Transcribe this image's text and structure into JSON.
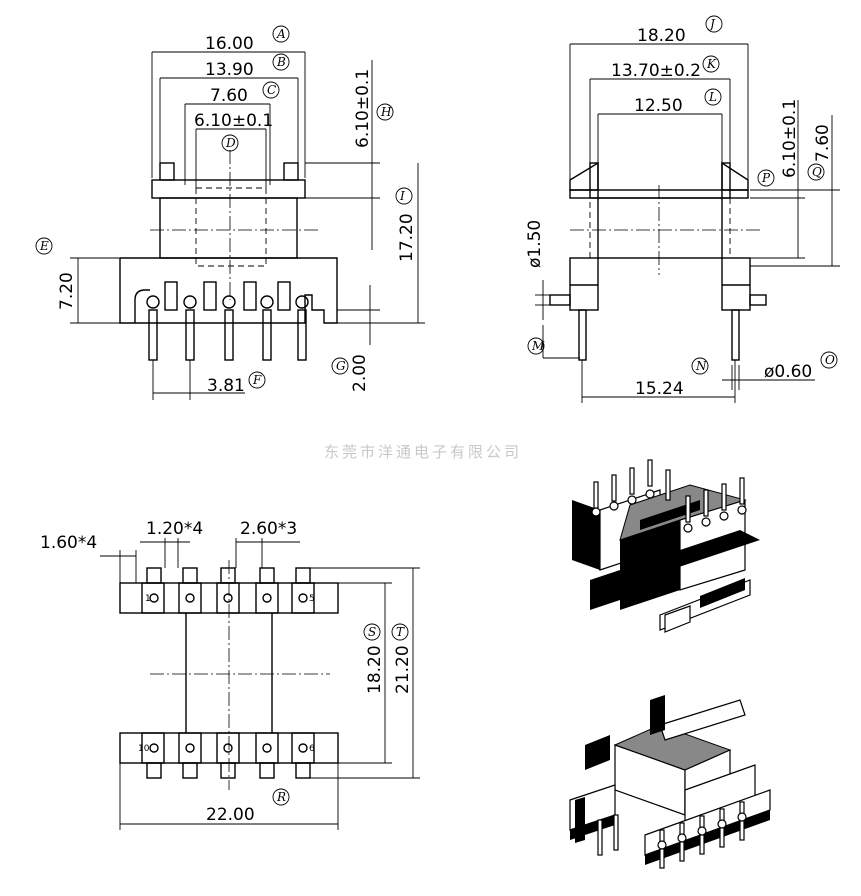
{
  "watermark": "东莞市洋通电子有限公司",
  "dimensions": {
    "a": "16.00",
    "b": "13.90",
    "c": "7.60",
    "d": "6.10±0.1",
    "e": "7.20",
    "f": "3.81",
    "g": "2.00",
    "h": "6.10±0.1",
    "i": "17.20",
    "j": "18.20",
    "k": "13.70±0.2",
    "l": "12.50",
    "m": "ø1.50",
    "n": "15.24",
    "o": "ø0.60",
    "p": "6.10±0.1",
    "q": "7.60",
    "r": "22.00",
    "s": "18.20",
    "t": "21.20",
    "pitch_1": "1.60*4",
    "pitch_2": "1.20*4",
    "pitch_3": "2.60*3"
  },
  "letters": [
    "A",
    "B",
    "C",
    "D",
    "E",
    "F",
    "G",
    "H",
    "I",
    "J",
    "K",
    "L",
    "M",
    "N",
    "O",
    "P",
    "Q",
    "R",
    "S",
    "T"
  ],
  "pins": {
    "p1": "1",
    "p5": "5",
    "p10": "10",
    "p6": "6"
  }
}
